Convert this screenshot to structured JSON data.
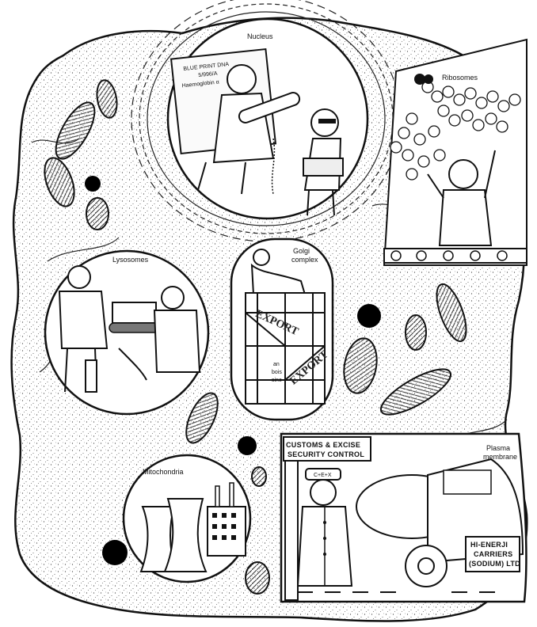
{
  "labels": {
    "nucleus": "Nucleus",
    "ribosomes": "Ribosomes",
    "golgi_line1": "Golgi",
    "golgi_line2": "complex",
    "lysosomes": "Lysosomes",
    "mitochondria": "Mitochondria",
    "plasma_line1": "Plasma",
    "plasma_line2": "membrane"
  },
  "nucleus_board": {
    "line1": "BLUE PRINT DNA",
    "line2": "5/996/A",
    "line3": "Haemoglobin α"
  },
  "golgi_crate": {
    "export_top": "EXPORT",
    "export_bottom": "EXPORT",
    "stencil_1": "an",
    "stencil_2": "bois",
    "stencil_3": "sine"
  },
  "customs_sign": {
    "line1": "CUSTOMS & EXCISE",
    "line2": "SECURITY CONTROL"
  },
  "truck_sign": {
    "line1": "HI-ENERJI",
    "line2": "CARRIERS",
    "line3": "(SODIUM) LTD"
  },
  "cap_badge": "C+E+X"
}
